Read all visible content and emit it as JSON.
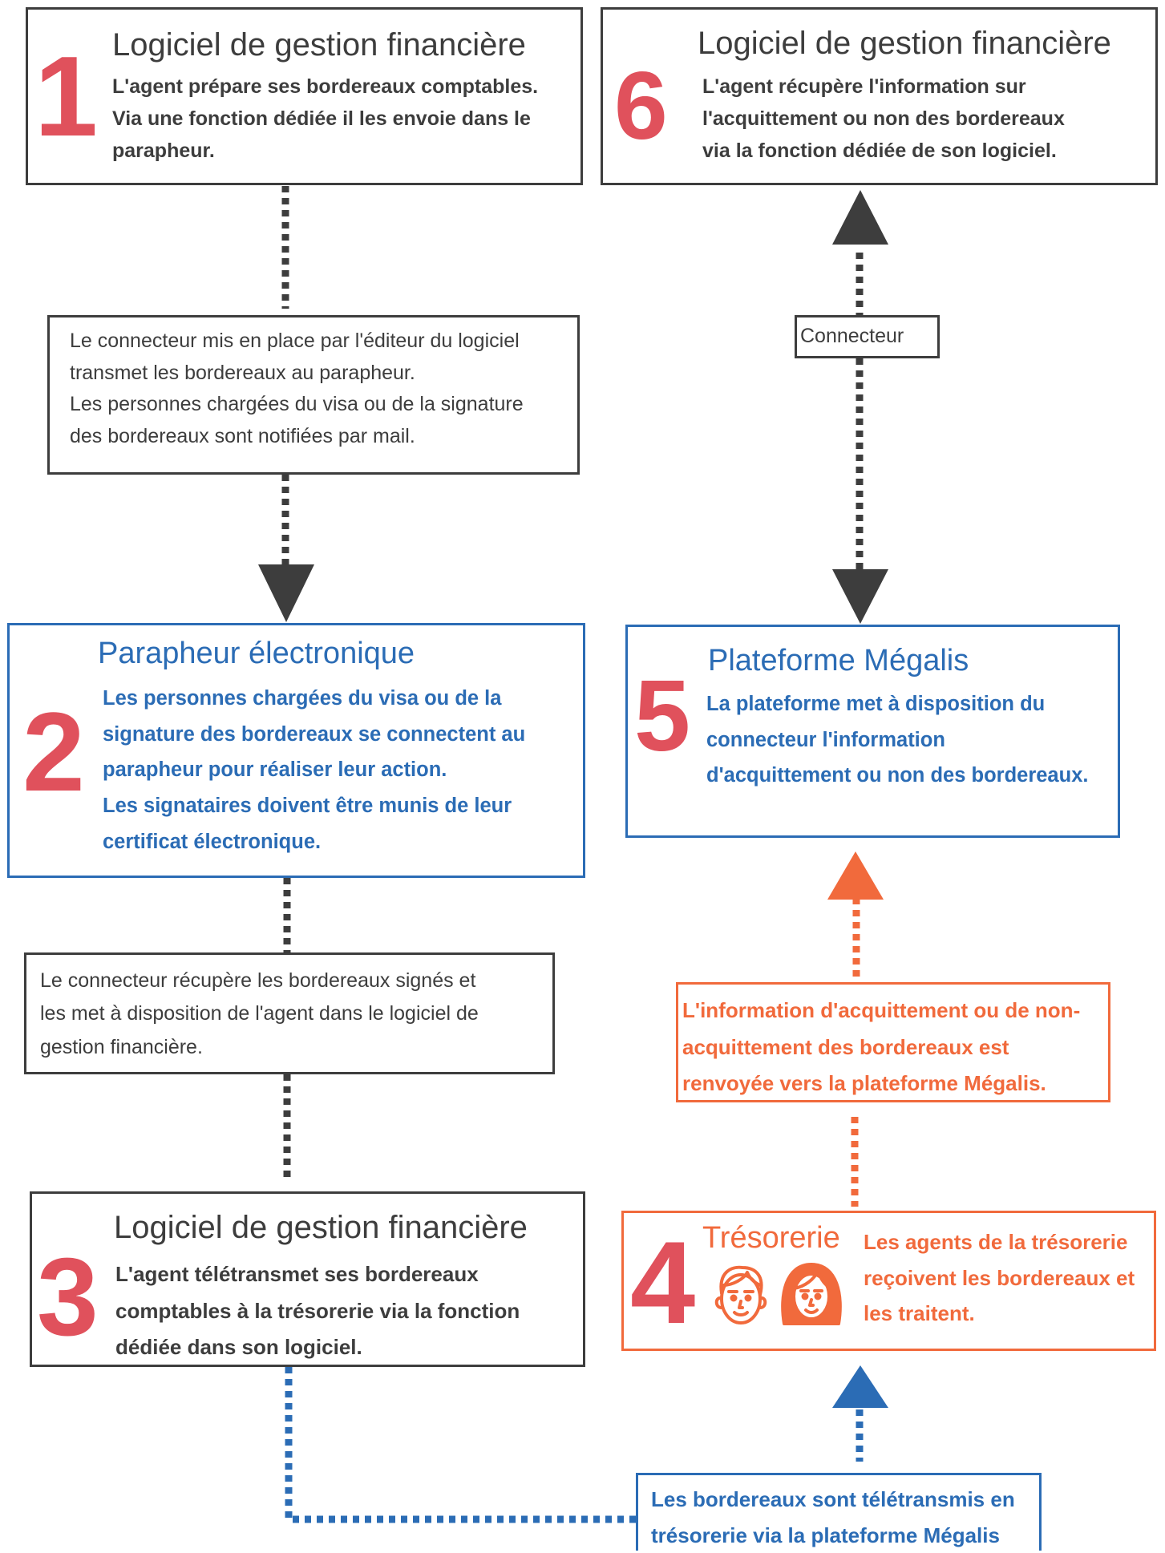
{
  "steps": {
    "s1": {
      "number": "1",
      "title": "Logiciel de gestion financière",
      "lines": [
        "L'agent prépare ses bordereaux comptables.",
        "Via une fonction dédiée il les envoie dans le",
        "parapheur."
      ]
    },
    "s2": {
      "number": "2",
      "title": "Parapheur électronique",
      "lines": [
        "Les personnes chargées du visa ou de la",
        "signature des bordereaux se connectent au",
        "parapheur pour réaliser leur action.",
        "Les signataires doivent être munis de leur",
        "certificat électronique."
      ]
    },
    "s3": {
      "number": "3",
      "title": "Logiciel de gestion financière",
      "lines": [
        "L'agent télétransmet ses bordereaux",
        "comptables à la trésorerie via la fonction",
        "dédiée dans son logiciel."
      ]
    },
    "s4": {
      "number": "4",
      "title": "Trésorerie",
      "lines": [
        "Les agents de la trésorerie",
        "reçoivent les bordereaux et",
        "les traitent."
      ]
    },
    "s5": {
      "number": "5",
      "title": "Plateforme Mégalis",
      "lines": [
        "La plateforme met à disposition du",
        "connecteur l'information",
        "d'acquittement ou non des bordereaux."
      ]
    },
    "s6": {
      "number": "6",
      "title": "Logiciel de gestion financière",
      "lines": [
        "L'agent récupère l'information sur",
        "l'acquittement ou non des bordereaux",
        "via la fonction dédiée de son logiciel."
      ]
    }
  },
  "connectors": {
    "c12": [
      "Le connecteur mis en place par l'éditeur du logiciel",
      "transmet les bordereaux au parapheur.",
      "Les personnes chargées du visa ou de la signature",
      "des bordereaux sont notifiées par mail."
    ],
    "c23": [
      "Le connecteur récupère les bordereaux signés et",
      "les met à disposition de l'agent dans le logiciel de",
      "gestion financière."
    ],
    "c34": [
      "Les bordereaux sont télétransmis en",
      "trésorerie via la plateforme Mégalis"
    ],
    "c45": [
      "L'information d'acquittement ou de non-",
      "acquittement des bordereaux est",
      "renvoyée vers la plateforme Mégalis."
    ],
    "c56": "Connecteur"
  },
  "icons": [
    "male-agent-face-icon",
    "female-agent-face-icon"
  ],
  "colors": {
    "number_red": "#e0515c",
    "dark": "#3d3d3d",
    "blue": "#2b6cb5",
    "orange": "#f16a3c"
  }
}
